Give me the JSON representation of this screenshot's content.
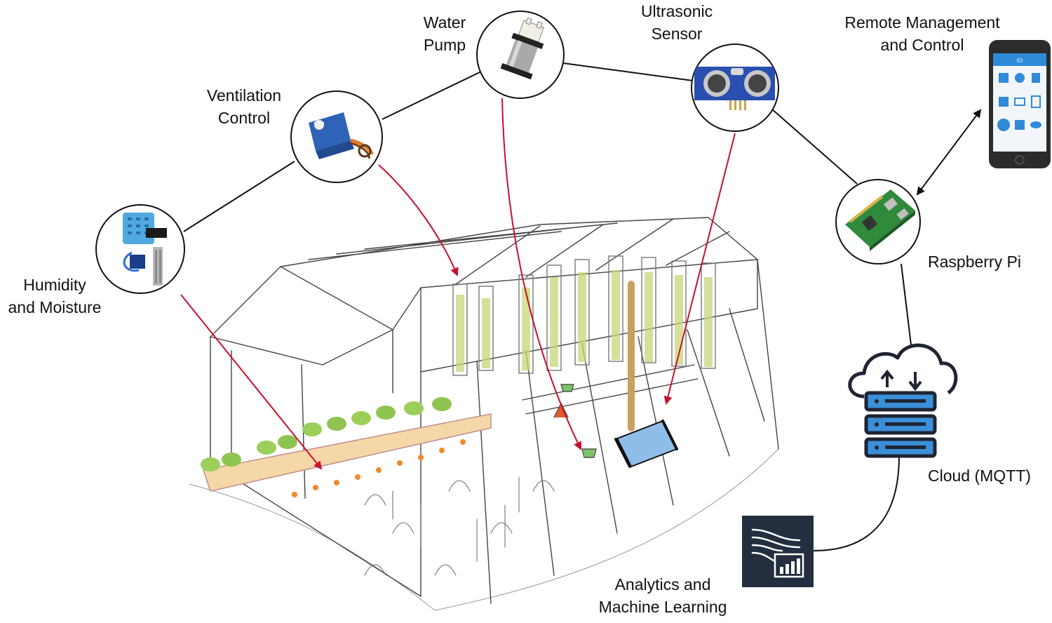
{
  "labels": {
    "humidity": "Humidity\nand Moisture",
    "ventilation": "Ventilation\nControl",
    "water_pump": "Water\nPump",
    "ultrasonic": "Ultrasonic\nSensor",
    "remote": "Remote Management\nand Control",
    "raspberry": "Raspberry Pi",
    "cloud": "Cloud (MQTT)",
    "analytics": "Analytics and\nMachine Learning"
  },
  "phone_app": {
    "title": "IO"
  },
  "colors": {
    "link_line": "#111111",
    "sensor_arrow": "#c8102e",
    "cloud_blue": "#3a8fd9",
    "cloud_dark": "#1f2533",
    "analytics_bg": "#232f3e",
    "phone_body": "#2b2b2b",
    "phone_screen": "#f2f6fa",
    "phone_accent": "#2f8ad8",
    "tank_blue": "#8fbde8"
  }
}
